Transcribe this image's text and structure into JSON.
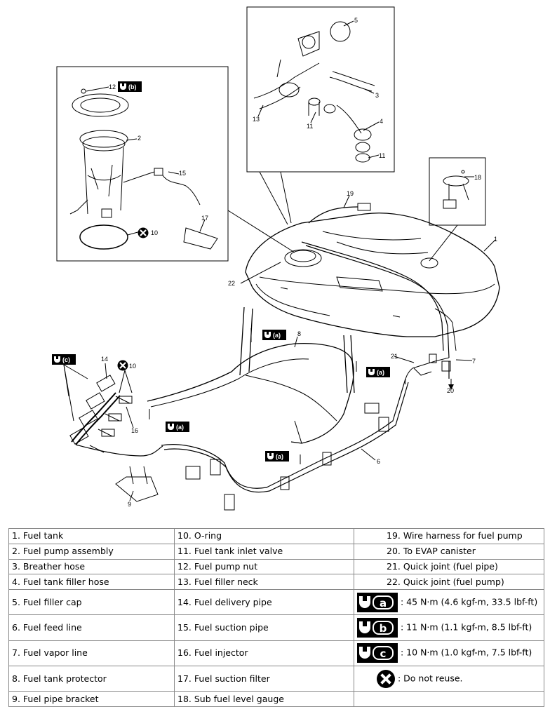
{
  "callouts": {
    "c1": "1",
    "c2": "2",
    "c3": "3",
    "c4": "4",
    "c5": "5",
    "c6": "6",
    "c7": "7",
    "c8": "8",
    "c9": "9",
    "c10a": "10",
    "c10b": "10",
    "c11a": "11",
    "c11b": "11",
    "c12": "12",
    "c13": "13",
    "c14": "14",
    "c15": "15",
    "c16": "16",
    "c17": "17",
    "c18": "18",
    "c19": "19",
    "c20": "20",
    "c21": "21",
    "c22": "22"
  },
  "torque_marks": {
    "a": "(a)",
    "b": "(b)",
    "c": "(c)"
  },
  "legend": {
    "col1": [
      {
        "num": "1.",
        "text": "Fuel tank"
      },
      {
        "num": "2.",
        "text": "Fuel pump assembly"
      },
      {
        "num": "3.",
        "text": "Breather hose"
      },
      {
        "num": "4.",
        "text": "Fuel tank filler hose"
      },
      {
        "num": "5.",
        "text": "Fuel filler cap"
      },
      {
        "num": "6.",
        "text": "Fuel feed line"
      },
      {
        "num": "7.",
        "text": "Fuel vapor line"
      },
      {
        "num": "8.",
        "text": "Fuel tank protector"
      },
      {
        "num": "9.",
        "text": "Fuel pipe bracket"
      }
    ],
    "col2": [
      {
        "num": "10.",
        "text": "O-ring"
      },
      {
        "num": "11.",
        "text": "Fuel tank inlet valve"
      },
      {
        "num": "12.",
        "text": "Fuel pump nut"
      },
      {
        "num": "13.",
        "text": "Fuel filler neck"
      },
      {
        "num": "14.",
        "text": "Fuel delivery pipe"
      },
      {
        "num": "15.",
        "text": "Fuel suction pipe"
      },
      {
        "num": "16.",
        "text": "Fuel injector"
      },
      {
        "num": "17.",
        "text": "Fuel suction filter"
      },
      {
        "num": "18.",
        "text": "Sub fuel level gauge"
      }
    ],
    "col3": [
      {
        "num": "19.",
        "text": "Wire harness for fuel pump"
      },
      {
        "num": "20.",
        "text": "To EVAP canister"
      },
      {
        "num": "21.",
        "text": "Quick joint (fuel pipe)"
      },
      {
        "num": "22.",
        "text": "Quick joint (fuel pump)"
      }
    ],
    "torque": [
      {
        "letter": "a",
        "text": ": 45 N·m (4.6 kgf-m, 33.5 lbf-ft)"
      },
      {
        "letter": "b",
        "text": ": 11 N·m (1.1 kgf-m, 8.5 lbf-ft)"
      },
      {
        "letter": "c",
        "text": ": 10 N·m (1.0 kgf-m, 7.5 lbf-ft)"
      }
    ],
    "noreuse": ": Do not reuse."
  }
}
